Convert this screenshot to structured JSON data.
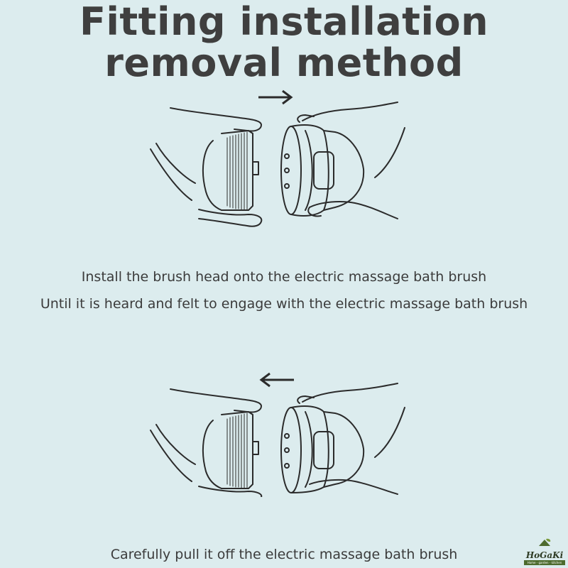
{
  "title": {
    "line1": "Fitting installation",
    "line2": "removal method"
  },
  "install": {
    "caption_line1": "Install the brush head onto the electric massage bath brush",
    "caption_line2": "Until it is heard and felt to engage with the electric massage bath brush",
    "arrow": "arrow-right-icon"
  },
  "remove": {
    "caption": "Carefully pull it off the electric massage bath brush",
    "arrow": "arrow-left-icon"
  },
  "logo": {
    "name": "HoGaKi",
    "tagline": "Home - garden - kitchen"
  },
  "colors": {
    "background": "#dcecee",
    "text": "#3a3a3a",
    "line_art": "#2b2b2b"
  }
}
